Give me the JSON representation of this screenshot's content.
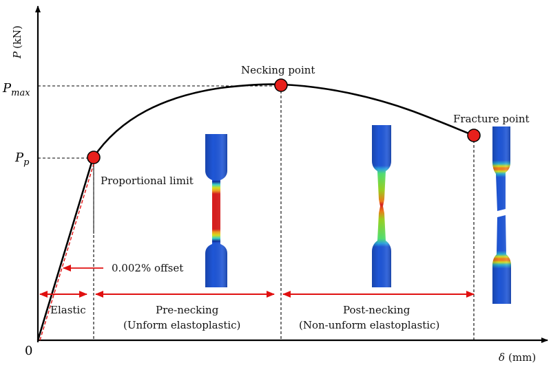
{
  "axes": {
    "y_label_var": "P",
    "y_label_unit": "(kN)",
    "x_label_var": "δ",
    "x_label_unit": "(mm)",
    "origin": "0",
    "y_tick_pmax_main": "P",
    "y_tick_pmax_sub": "max",
    "y_tick_pp_main": "P",
    "y_tick_pp_sub": "p"
  },
  "points": {
    "necking": "Necking point",
    "fracture": "Fracture point",
    "proportional": "Proportional limit"
  },
  "offset_label": "0.002% offset",
  "regions": {
    "elastic": "Elastic",
    "pre_necking_1": "Pre-necking",
    "pre_necking_2": "(Unform elastoplastic)",
    "post_necking_1": "Post-necking",
    "post_necking_2": "(Non-unform elastoplastic)"
  },
  "colors": {
    "curve": "#000000",
    "marker": "#e8201c",
    "arrow": "#e01010",
    "specimen_blue": "#1f4fd0",
    "specimen_red": "#d81e1e"
  }
}
